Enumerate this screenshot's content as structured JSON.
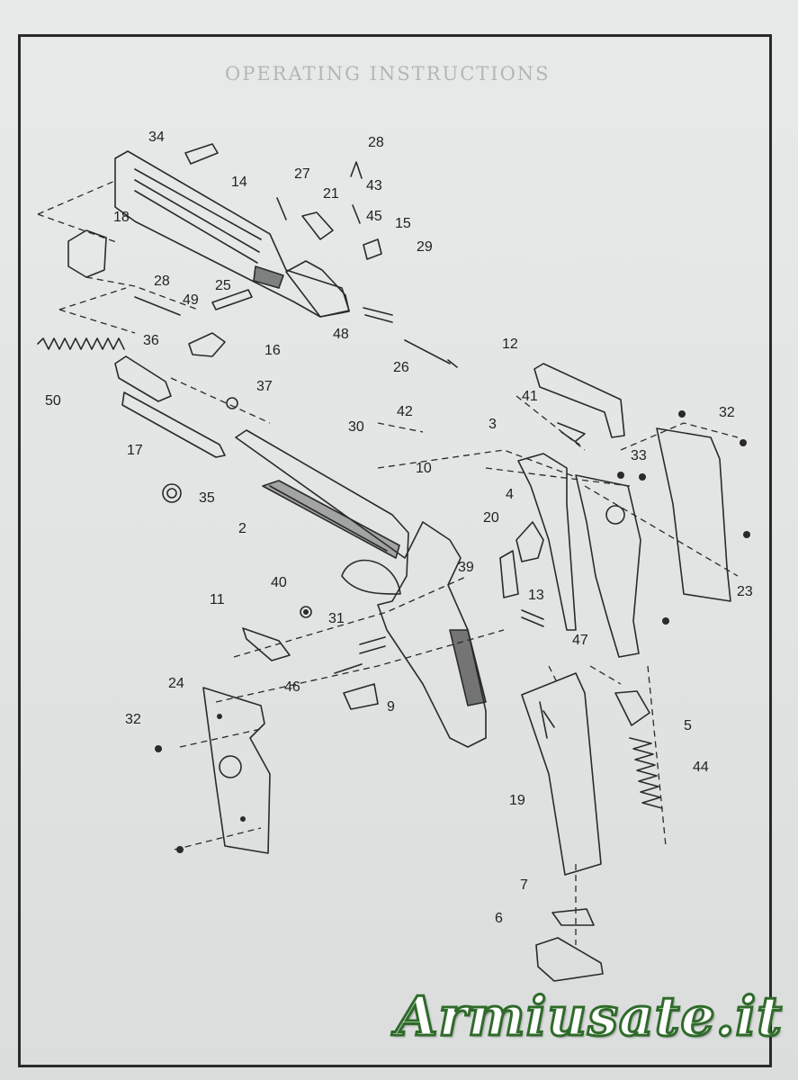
{
  "document": {
    "ghost_title": "OPERATING INSTRUCTIONS",
    "watermark": "Armiusate.it"
  },
  "parts": {
    "p34": "34",
    "p28a": "28",
    "p14": "14",
    "p27": "27",
    "p21": "21",
    "p43": "43",
    "p45": "45",
    "p15": "15",
    "p29": "29",
    "p18": "18",
    "p28b": "28",
    "p49": "49",
    "p25": "25",
    "p48": "48",
    "p36": "36",
    "p16": "16",
    "p26": "26",
    "p12": "12",
    "p50": "50",
    "p37": "37",
    "p41": "41",
    "p42": "42",
    "p3": "3",
    "p32a": "32",
    "p30": "30",
    "p33": "33",
    "p17": "17",
    "p10": "10",
    "p4": "4",
    "p35": "35",
    "p20": "20",
    "p2": "2",
    "p39": "39",
    "p40": "40",
    "p13": "13",
    "p11": "11",
    "p31": "31",
    "p23": "23",
    "p47": "47",
    "p24": "24",
    "p46": "46",
    "p9": "9",
    "p5": "5",
    "p32b": "32",
    "p44": "44",
    "p19": "19",
    "p7": "7",
    "p6": "6"
  },
  "colors": {
    "ink": "#2a2a2a",
    "paper": "#e3e5e4",
    "watermark_stroke": "#2f6b2a"
  }
}
